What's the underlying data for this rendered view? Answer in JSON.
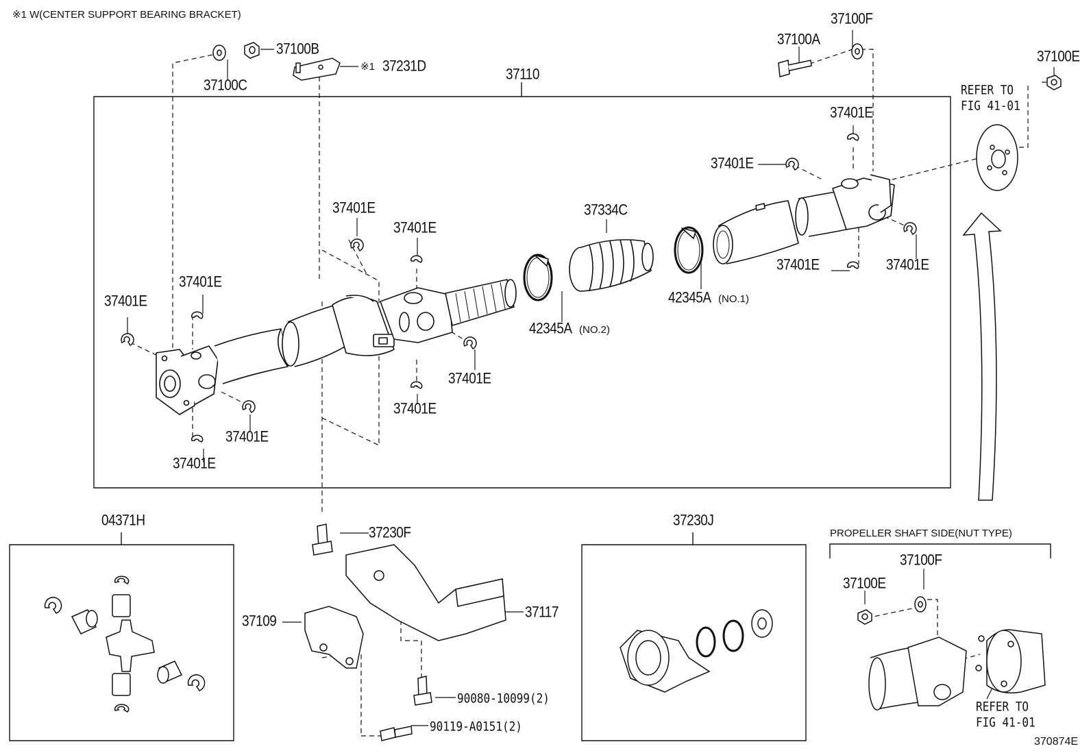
{
  "header_note": "※1 W(CENTER SUPPORT BEARING BRACKET)",
  "diagram_id": "370874E",
  "main_assembly": "37110",
  "labels": {
    "p37100C": "37100C",
    "p37100B": "37100B",
    "p37231D": "37231D",
    "p37231D_mark": "※1",
    "p37100A": "37100A",
    "p37100F_top": "37100F",
    "p37100E_top": "37100E",
    "refer_top": [
      "REFER TO",
      "FIG 41-01"
    ],
    "p37334C": "37334C",
    "p42345A_no2": "42345A",
    "p42345A_no2_note": "(NO.2)",
    "p42345A_no1": "42345A",
    "p42345A_no1_note": "(NO.1)",
    "p37401E": "37401E",
    "p04371H": "04371H",
    "p37230F": "37230F",
    "p37109": "37109",
    "p37117": "37117",
    "p90080": "90080-10099(2)",
    "p90119": "90119-A0151(2)",
    "p37230J": "37230J",
    "propeller_note": "PROPELLER SHAFT SIDE(NUT TYPE)",
    "p37100F_box": "37100F",
    "p37100E_box": "37100E",
    "refer_bottom": [
      "REFER TO",
      "FIG 41-01"
    ]
  }
}
